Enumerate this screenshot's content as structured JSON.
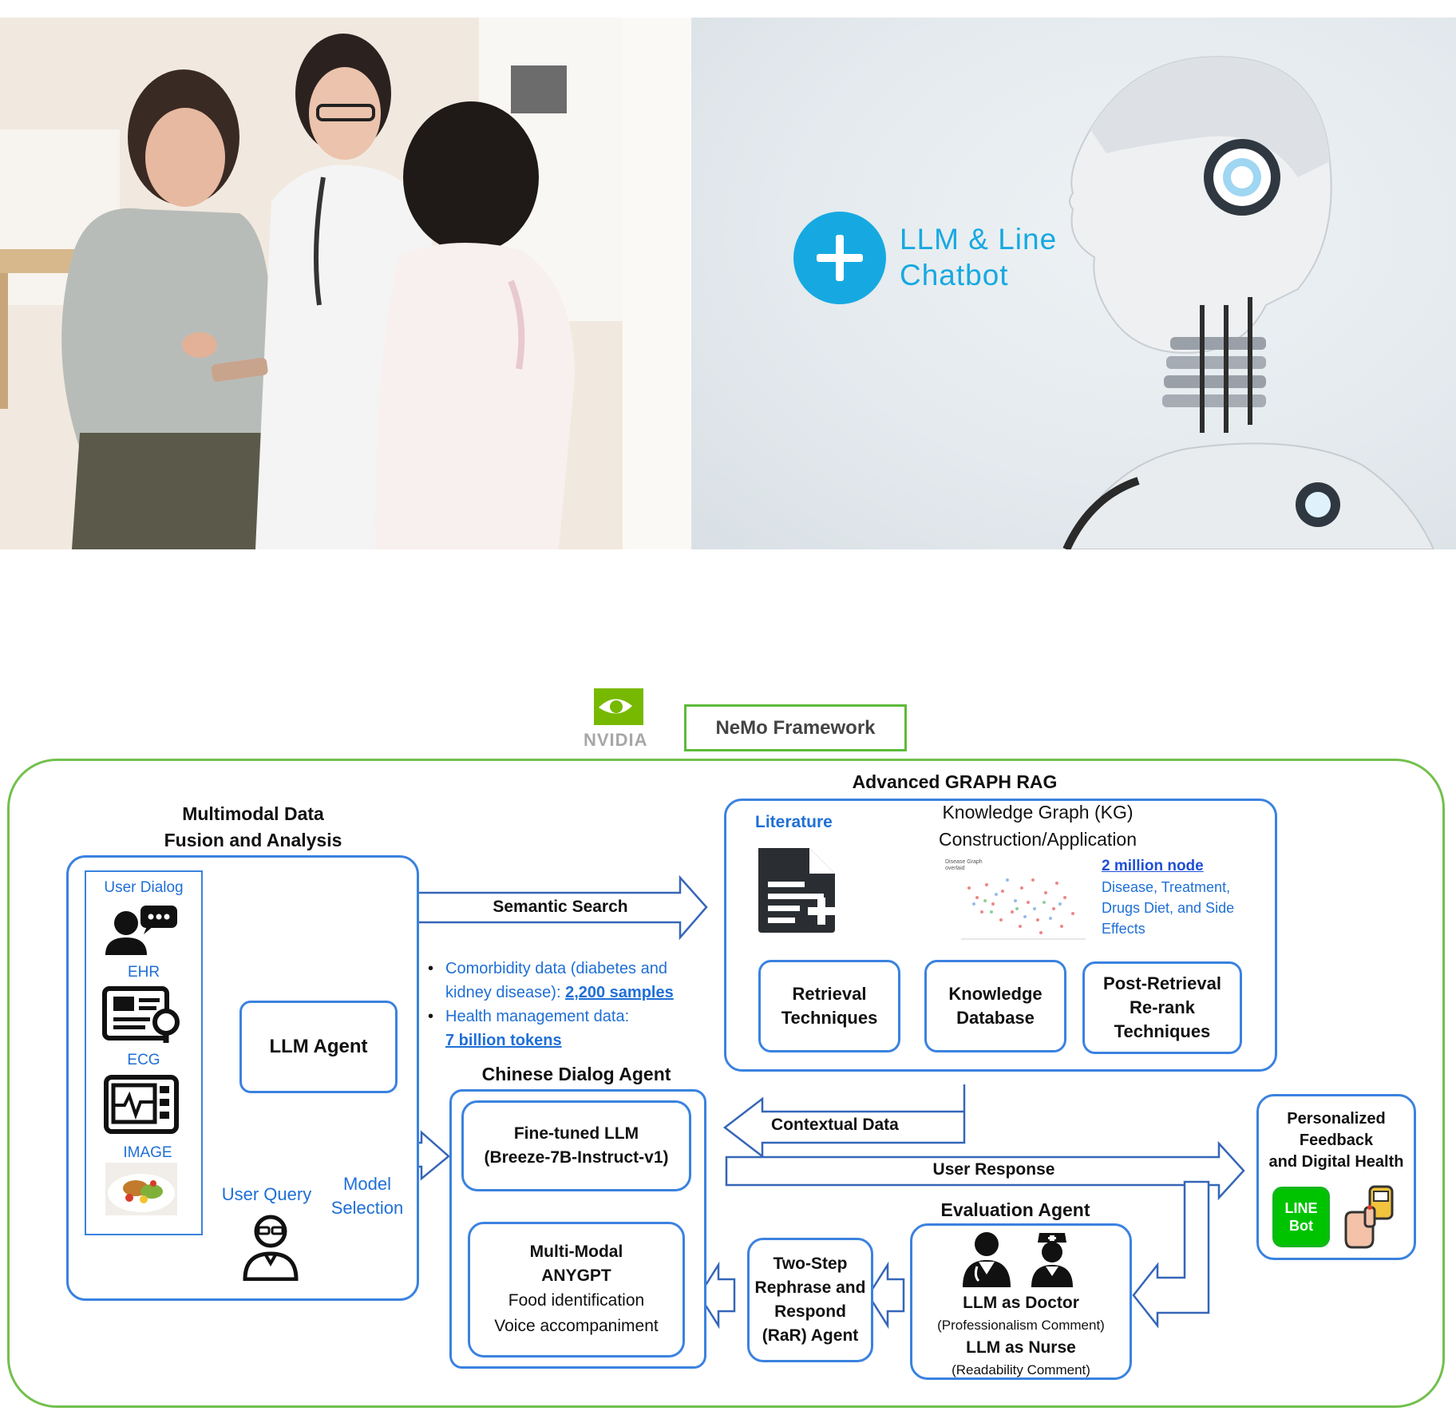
{
  "banner": {
    "chatbot_label": "LLM & Line\nChatbot",
    "accent_color": "#16a9e1"
  },
  "framework": {
    "logo_text": "NVIDIA",
    "name": "NeMo Framework",
    "frame_color": "#72c04d"
  },
  "multimodal": {
    "title": "Multimodal Data\nFusion and Analysis",
    "inputs": [
      "User Dialog",
      "EHR",
      "ECG",
      "IMAGE"
    ]
  },
  "llm_agent": {
    "label": "LLM Agent"
  },
  "user_query": {
    "label": "User Query"
  },
  "model_selection": {
    "label": "Model\nSelection"
  },
  "semantic_search": {
    "label": "Semantic Search"
  },
  "graph_rag": {
    "title": "Advanced GRAPH RAG",
    "literature": "Literature",
    "kg_title": "Knowledge Graph (KG)\nConstruction/Application",
    "graph_caption": "Disease Graph\noverlaid",
    "nodes": "2 million node",
    "nodes_desc": "Disease, Treatment,\nDrugs Diet, and Side\nEffects",
    "retrieval": "Retrieval\nTechniques",
    "knowledge_db": "Knowledge\nDatabase",
    "post_retrieval": "Post-Retrieval\nRe-rank\nTechniques"
  },
  "data_notes": {
    "item1_text": "Comorbidity data (diabetes and\nkidney disease): ",
    "item1_value": "2,200 samples",
    "item2_text": "Health management data:",
    "item2_value": "7 billion tokens"
  },
  "chinese_agent": {
    "title": "Chinese Dialog Agent",
    "finetuned": "Fine-tuned LLM\n(Breeze-7B-Instruct-v1)",
    "multimodal_title": "Multi-Modal\nANYGPT",
    "multimodal_line1": "Food identification",
    "multimodal_line2": "Voice accompaniment"
  },
  "contextual_data": {
    "label": "Contextual Data"
  },
  "user_response": {
    "label": "User Response"
  },
  "personalized": {
    "title": "Personalized\nFeedback\nand Digital Health",
    "line_bot": "LINE\nBot"
  },
  "evaluation": {
    "title": "Evaluation Agent",
    "doctor": "LLM as Doctor",
    "doctor_comment": "(Professionalism Comment)",
    "nurse": "LLM as Nurse",
    "nurse_comment": "(Readability Comment)"
  },
  "rar": {
    "label": "Two-Step\nRephrase and\nRespond\n(RaR) Agent"
  }
}
